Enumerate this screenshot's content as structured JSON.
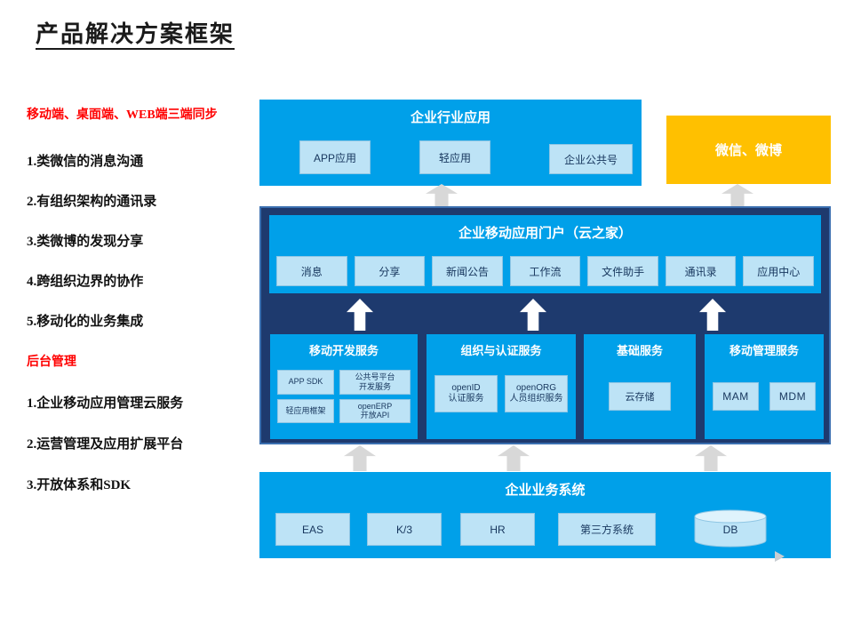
{
  "slide": {
    "title": "产品解决方案框架"
  },
  "notes": {
    "heading1": "移动端、桌面端、WEB端三端同步",
    "list1": [
      "1.类微信的消息沟通",
      "2.有组织架构的通讯录",
      "3.类微博的发现分享",
      "4.跨组织边界的协作",
      "5.移动化的业务集成"
    ],
    "heading2": "后台管理",
    "list2": [
      "1.企业移动应用管理云服务",
      "2.运营管理及应用扩展平台",
      "3.开放体系和SDK"
    ]
  },
  "industry": {
    "title": "企业行业应用",
    "items": [
      "APP应用",
      "轻应用",
      "企业公共号"
    ]
  },
  "social": {
    "title": "微信、微博"
  },
  "portal": {
    "title": "企业移动应用门户（云之家）",
    "items": [
      "消息",
      "分享",
      "新闻公告",
      "工作流",
      "文件助手",
      "通讯录",
      "应用中心"
    ]
  },
  "services": [
    {
      "title": "移动开发服务",
      "items": [
        "APP SDK",
        "公共号平台\n开发服务",
        "轻应用框架",
        "openERP\n开放API"
      ]
    },
    {
      "title": "组织与认证服务",
      "items": [
        "openID\n认证服务",
        "openORG\n人员组织服务"
      ]
    },
    {
      "title": "基础服务",
      "items": [
        "云存储"
      ]
    },
    {
      "title": "移动管理服务",
      "items": [
        "MAM",
        "MDM"
      ]
    }
  ],
  "business": {
    "title": "企业业务系统",
    "items": [
      "EAS",
      "K/3",
      "HR",
      "第三方系统"
    ],
    "db_label": "DB"
  },
  "colors": {
    "cyan": "#00A0E9",
    "navy": "#1E3A6E",
    "navy_border": "#3A6FB0",
    "orange": "#FFC000",
    "light_box_bg": "#BDE3F6",
    "light_box_border": "#8FC6E4",
    "box_text": "#17365D",
    "red_text": "#FF0000",
    "arrow_gray": "#D8D8D8"
  }
}
